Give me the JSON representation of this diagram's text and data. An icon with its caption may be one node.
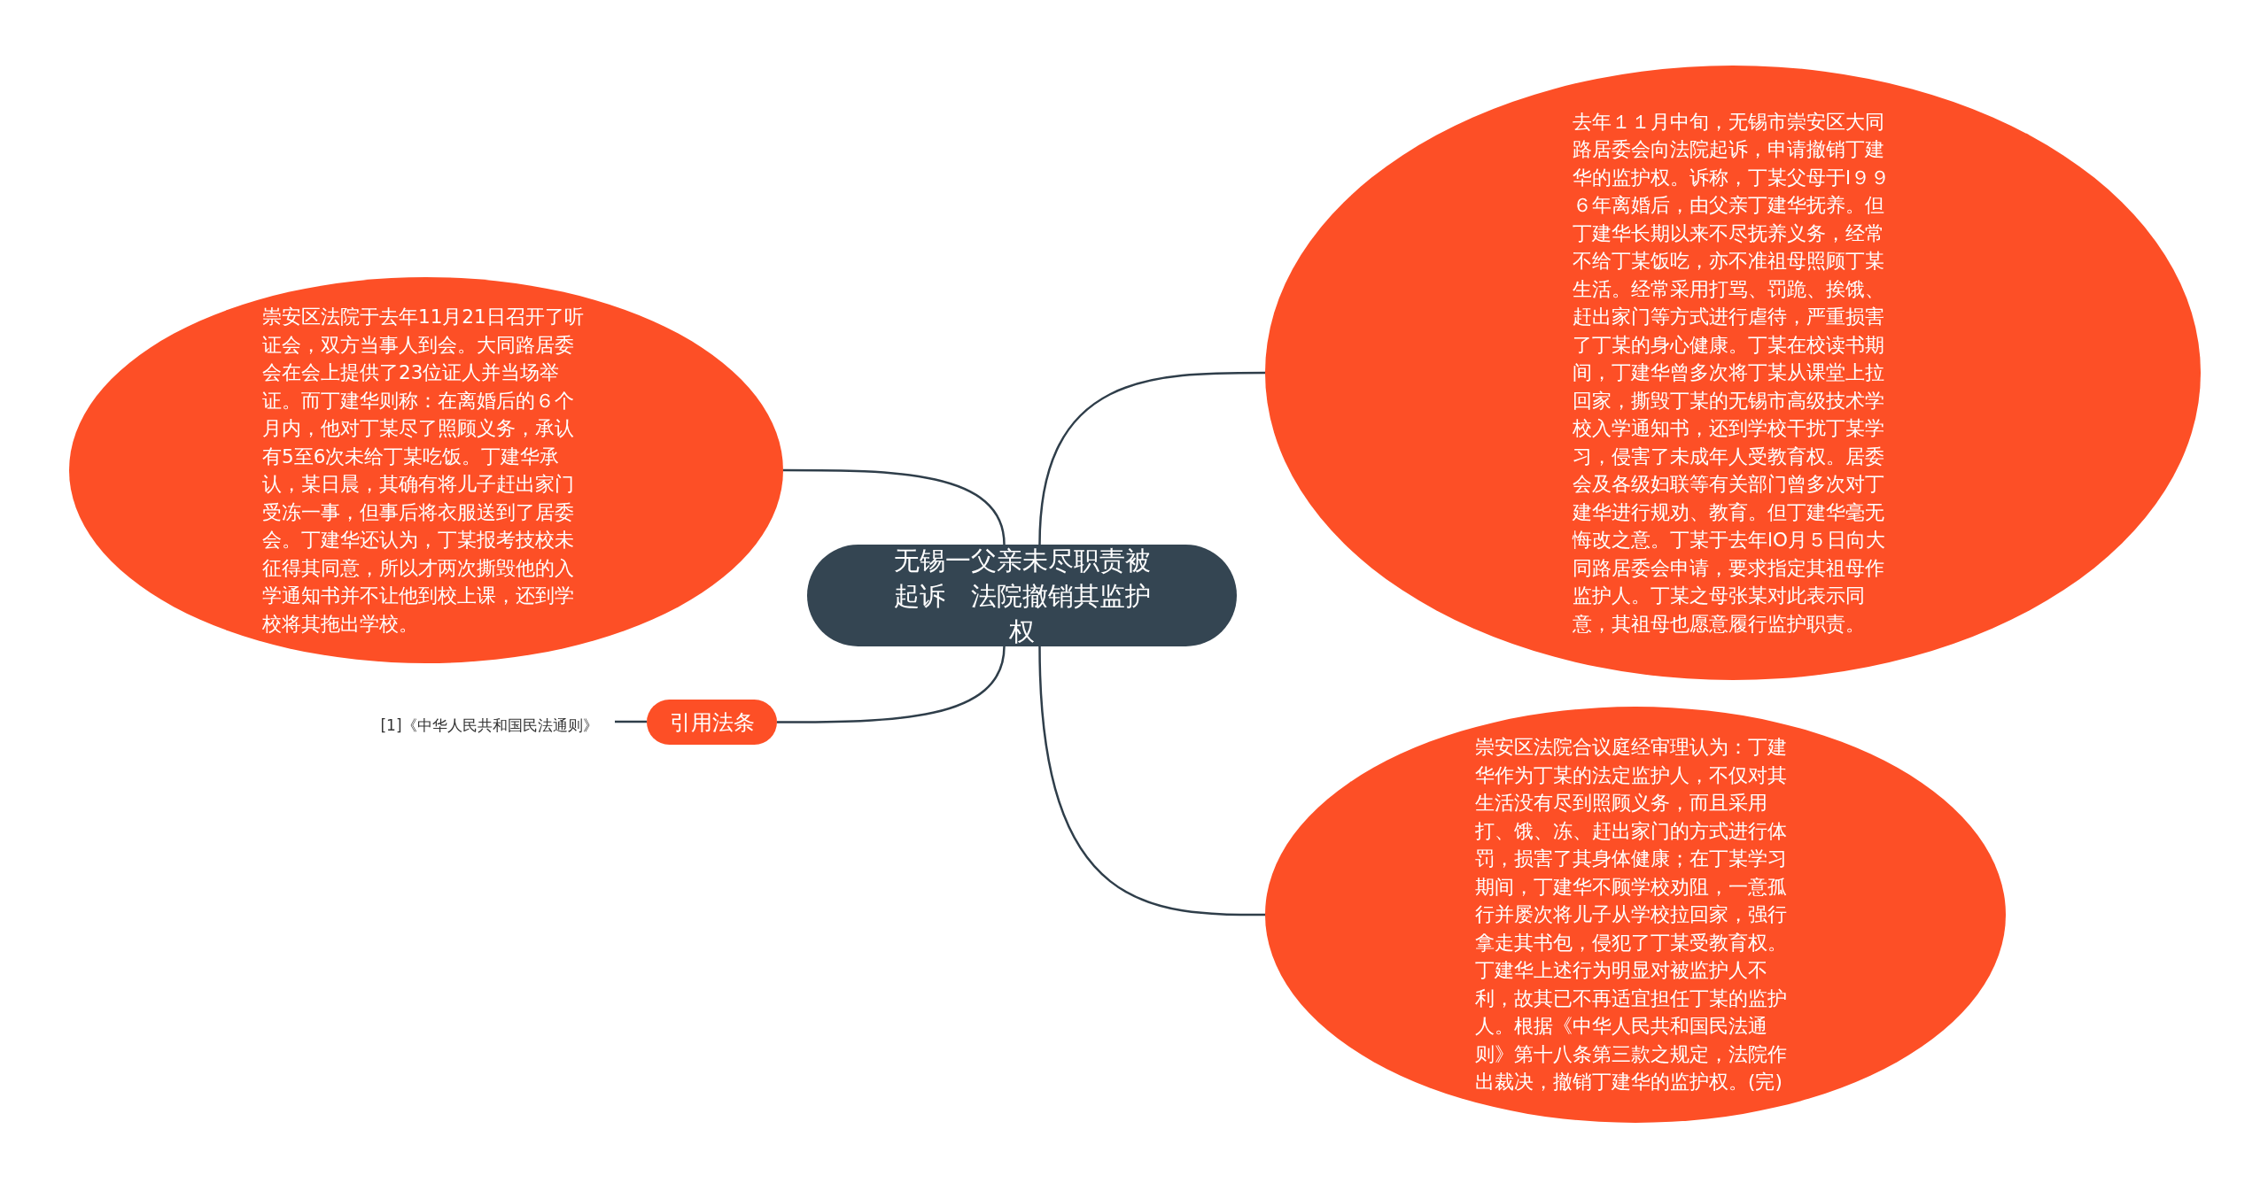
{
  "diagram": {
    "nodes": [
      {
        "text": [
          "无锡一父亲未尽职责被起诉　法院撤销其监护权"
        ]
      },
      {
        "text": [
          "去年１１月中旬，无锡市崇安区大同路居委会向法院起诉，申请撤销丁建华的监护权。诉称，丁某父母于l９９６年离婚后，由父亲丁建华抚养。但丁建华长期以来不尽抚养义务，经常不给丁某饭吃，亦不准祖母照顾丁某生活。经常采用打骂、罚跪、挨饿、赶出家门等方式进行虐待，严重损害了丁某的身心健康。丁某在校读书期间，丁建华曾多次将丁某从课堂上拉回家，撕毁丁某的无锡市高级技术学校入学通知书，还到学校干扰丁某学习，侵害了未成年人受教育权。居委会及各级妇联等有关部门曾多次对丁建华进行规劝、教育。但丁建华毫无悔改之意。丁某于去年lO月５日向大同路居委会申请，要求指定其祖母作监护人。丁某之母张某对此表示同意，其祖母也愿意履行监护职责。"
        ]
      },
      {
        "text": [
          "崇安区法院合议庭经审理认为：丁建华作为丁某的法定监护人，不仅对其生活没有尽到照顾义务，而且采用打、饿、冻、赶出家门的方式进行体罚，损害了其身体健康；在丁某学习期间，丁建华不顾学校劝阻，一意孤行并屡次将儿子从学校拉回家，强行拿走其书包，侵犯了丁某受教育权。丁建华上述行为明显对被监护人不利，故其已不再适宜担任丁某的监护人。根据《中华人民共和国民法通则》第十八条第三款之规定，法院作出裁决，撤销丁建华的监护权。(完)"
        ]
      },
      {
        "text": [
          "崇安区法院于去年11月21日召开了听证会，双方当事人到会。大同路居委会在会上提供了23位证人并当场举证。而丁建华则称：在离婚后的６个月内，他对丁某尽了照顾义务，承认有5至6次未给丁某吃饭。丁建华承认，某日晨，其确有将儿子赶出家门受冻一事，但事后将衣服送到了居委会。丁建华还认为，丁某报考技校未征得其同意，所以才两次撕毁他的入学通知书并不让他到校上课，还到学校将其拖出学校。"
        ]
      },
      {
        "text": [
          "引用法条"
        ]
      },
      {
        "text": [
          "[1]《中华人民共和国民法通则》"
        ]
      }
    ],
    "edges": [
      {
        "from": 0,
        "to": 1,
        "arrow": "none"
      },
      {
        "from": 0,
        "to": 2,
        "arrow": "none"
      },
      {
        "from": 0,
        "to": 3,
        "arrow": "none"
      },
      {
        "from": 0,
        "to": 4,
        "arrow": "none"
      },
      {
        "from": 4,
        "to": 5,
        "arrow": "none"
      }
    ]
  }
}
